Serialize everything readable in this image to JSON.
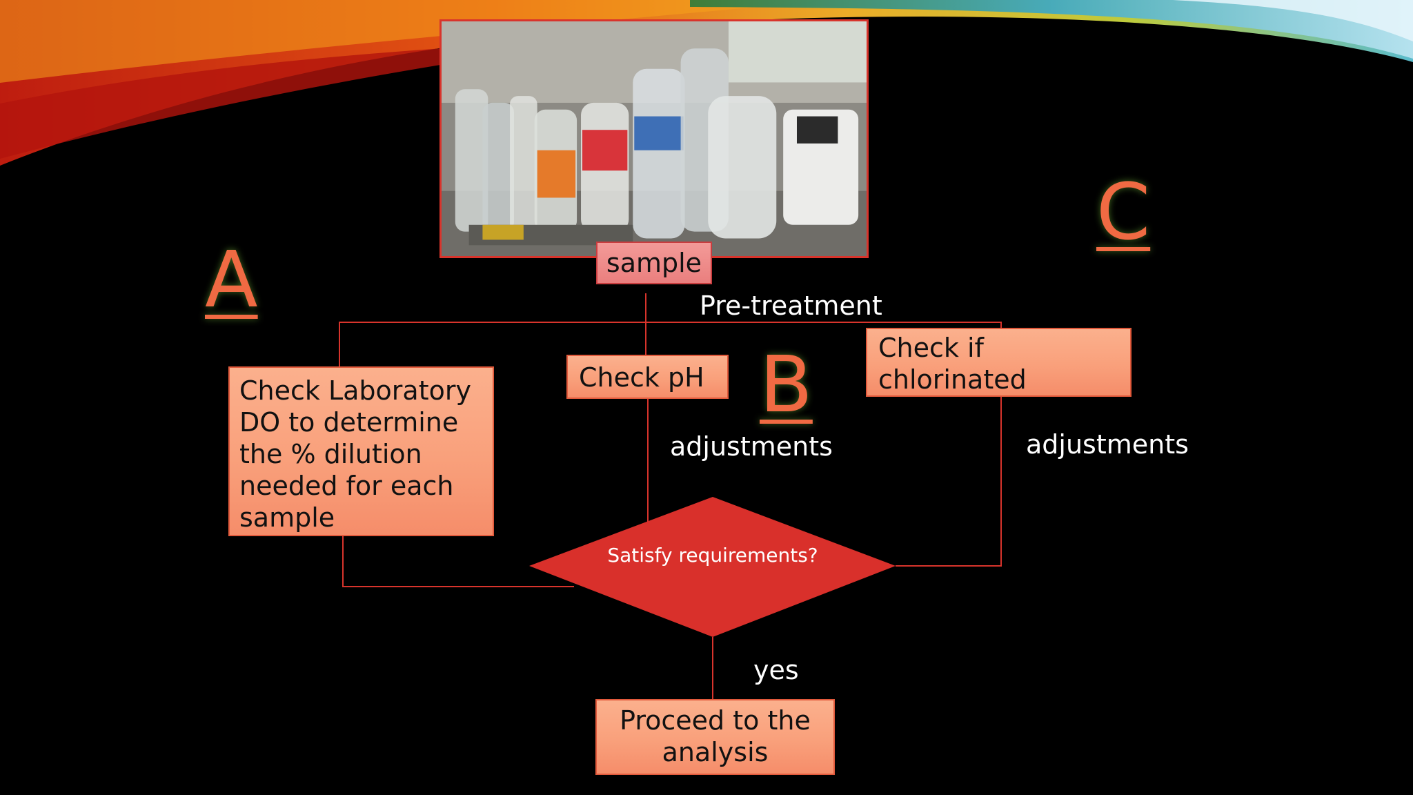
{
  "letters": {
    "a": "A",
    "b": "B",
    "c": "C"
  },
  "nodes": {
    "sample": "sample",
    "lab_do": "Check Laboratory DO to determine the % dilution needed for each sample",
    "check_ph": "Check pH",
    "chlorinated": "Check if chlorinated",
    "decision": "Satisfy requirements?",
    "proceed": "Proceed to the analysis"
  },
  "labels": {
    "pretreatment": "Pre-treatment",
    "adjustments_b": "adjustments",
    "adjustments_c": "adjustments",
    "yes": "yes"
  },
  "colors": {
    "background": "#000000",
    "connector": "#d8342c",
    "decision_fill": "#d9302b",
    "box_fill": "#f9a07b",
    "letter": "#f06a43"
  }
}
